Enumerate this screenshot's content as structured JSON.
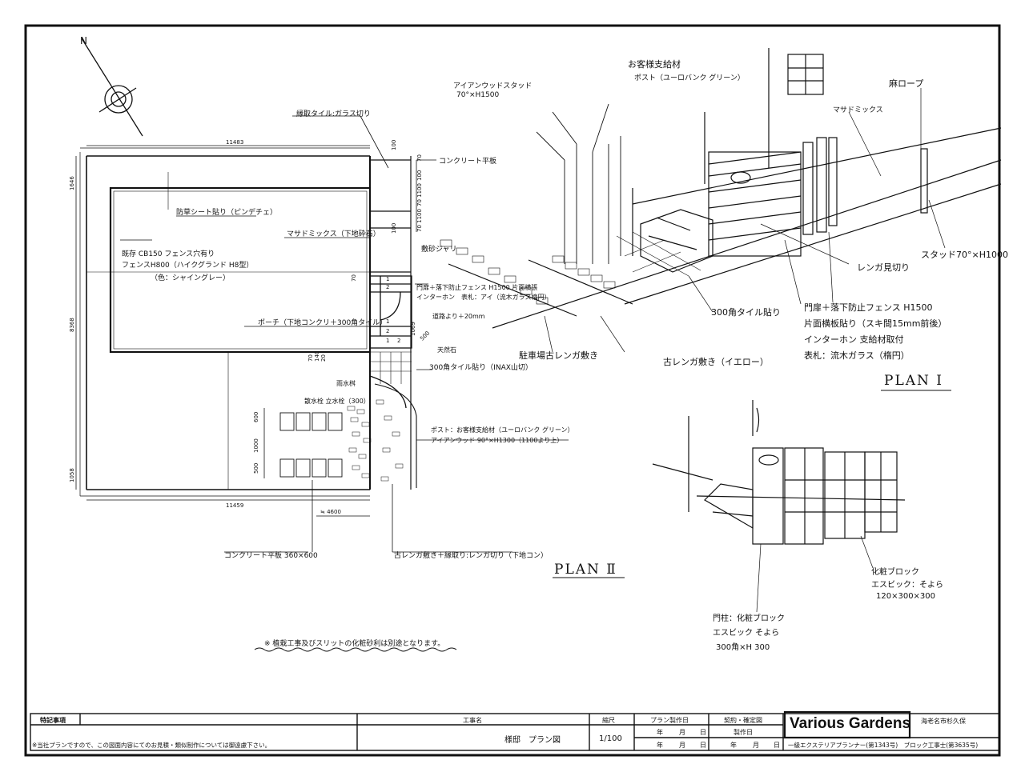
{
  "plan_view": {
    "north_label": "N",
    "dims": {
      "top_width": "11483",
      "bottom_width": "11459",
      "left_total": "8368",
      "left_top": "1646",
      "left_bottom": "1058",
      "right_stack_1": "100",
      "right_stack_2": "70",
      "right_stack_3": "100",
      "right_stack_4": "70 1100",
      "right_stack_5": "70 1100",
      "right_stack_6": "100",
      "mid_70": "70",
      "mid_1069": "1069",
      "diag_500": "500",
      "lower_70": "70",
      "lower_140": "140",
      "lower_20": "20",
      "slab_600": "600",
      "slab_1000": "1000",
      "slab_500": "500",
      "width_4600": "≒ 4600",
      "step_rows": [
        "1",
        "2",
        "1",
        "2",
        "1",
        "2"
      ]
    },
    "labels": {
      "fence_top": "縁取タイル:ガラス切り",
      "sheet": "防草シート貼り（ピンデチェ）",
      "masa": "マサドミックス（下地砕石）",
      "cb": "既存 CB150 フェンス穴有り",
      "fence_h": "フェンスH800（ハイクグランド H8型）",
      "color": "（色：シャイングレー）",
      "porch": "ポーチ（下地コンクリ＋300角タイル）",
      "concrete_top": "コンクリート平板",
      "stone": "敷砂ジャリ",
      "gate_fence1": "門扉＋落下防止フェンス H1500 片面横張",
      "gate_fence2": "インターホン　表札：アイ（流木ガラス楕円）",
      "road_level": "道路より＋20mm",
      "step_stone": "天然石",
      "tile_300": "300角タイル貼り（INAX山切）",
      "rain": "雨水桝",
      "water": "散水栓 立水栓（300）",
      "post1": "ポスト：お客様支給材（ユーロバンク グリーン）",
      "post2": "アイアンウッド 90°×H1300（1100より上）",
      "slab": "コンクリート平板 360×600",
      "brick": "古レンガ敷き＋縁取り:レンガ切り（下地コン）"
    }
  },
  "plan1": {
    "title": "PLAN Ⅰ",
    "labels": {
      "client_post1": "お客様支給材",
      "client_post2": "ポスト（ユーロバンク グリーン）",
      "ironwood1": "アイアンウッドスタッド",
      "ironwood2": "70°×H1500",
      "rope": "麻ロープ",
      "masa": "マサドミックス",
      "stud": "スタッド70°×H1000",
      "brick_edge": "レンガ見切り",
      "tile": "300角タイル貼り",
      "gate1": "門扉＋落下防止フェンス H1500",
      "gate2": "片面横板貼り（スキ間15mm前後）",
      "gate3": "インターホン 支給材取付",
      "gate4": "表札：流木ガラス（楕円）",
      "parking_brick": "駐車場古レンガ敷き",
      "old_brick": "古レンガ敷き（イエロー）"
    }
  },
  "plan2": {
    "title": "PLAN Ⅱ",
    "labels": {
      "block1": "化粧ブロック",
      "block2": "エスビック：そよら",
      "block3": "120×300×300",
      "gate1": "門柱：化粧ブロック",
      "gate2": "エスビック そよら",
      "gate3": "300角×H 300"
    }
  },
  "caution": "※ 植栽工事及びスリットの化粧砂利は別途となります。",
  "title_block": {
    "remarks_label": "特記事項",
    "remarks_note": "※当社プランですので、この図面内容にてのお見積・類似制作については御遠慮下さい。",
    "project_label": "工事名",
    "project_value": "様邸　プラン図",
    "scale_label": "縮尺",
    "scale_value": "1/100",
    "plan_date_label": "プラン製作日",
    "year": "年",
    "month": "月",
    "day": "日",
    "contract_label": "契約・確定図",
    "made_label": "製作日",
    "company": "Various Gardens",
    "city": "海老名市杉久保",
    "license": "一級エクステリアプランナー(第1343号)　ブロック工事士(第3635号)"
  }
}
